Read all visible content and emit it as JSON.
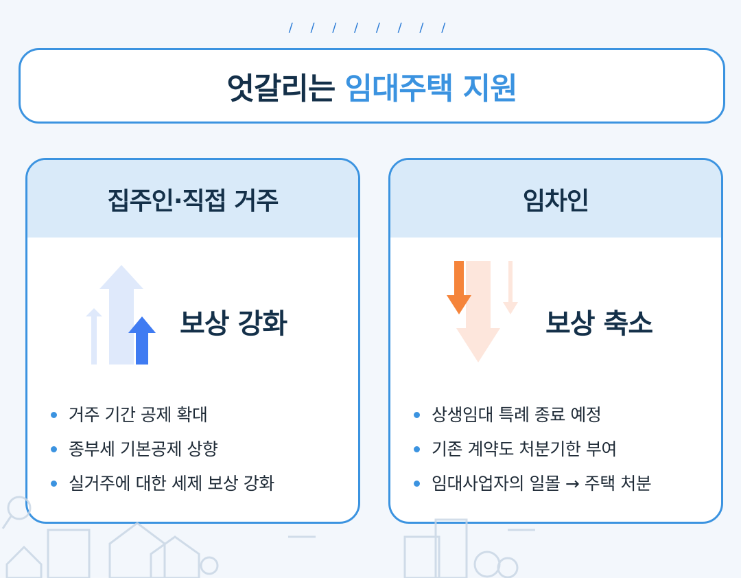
{
  "title": {
    "part1": "엇갈리는",
    "part2": "임대주택 지원"
  },
  "cards": [
    {
      "header": "집주인·직접 거주",
      "effect": "보상 강화",
      "direction": "up",
      "arrow_color": "#3f7bf2",
      "items": [
        "거주 기간 공제 확대",
        "종부세 기본공제 상향",
        "실거주에 대한 세제 보상 강화"
      ]
    },
    {
      "header": "임차인",
      "effect": "보상 축소",
      "direction": "down",
      "arrow_color": "#f5843a",
      "items": [
        "상생임대 특례 종료 예정",
        "기존 계약도 처분기한 부여",
        "임대사업자의 일몰 → 주택 처분"
      ]
    }
  ],
  "colors": {
    "accent": "#3b93e0",
    "heading": "#143049",
    "header_bg": "#d9eaf9"
  }
}
